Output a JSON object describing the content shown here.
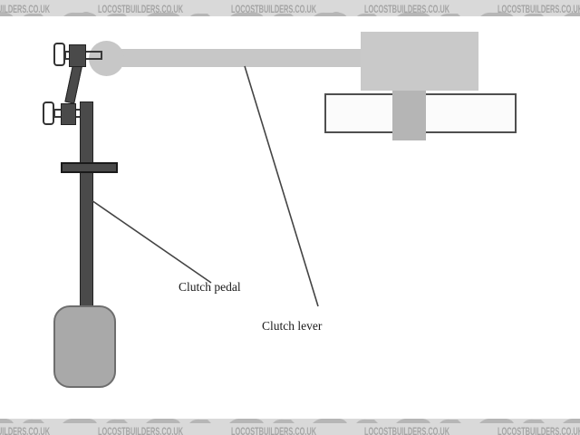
{
  "watermark": {
    "text": "LOCOSTBUILDERS.CO.UK"
  },
  "diagram": {
    "labels": {
      "clutch_pedal": "Clutch pedal",
      "clutch_lever": "Clutch lever"
    }
  },
  "colors": {
    "banner_bg": "#d9d9d9",
    "banner_text": "#a4a4a4",
    "dark_part": "#4a4a4a",
    "light_part": "#c7c7c7",
    "connector": "#b5b5b5",
    "pedal_pad": "#a9a9a9",
    "panel_fill": "#fbfbfb",
    "leader_line": "#444444"
  }
}
